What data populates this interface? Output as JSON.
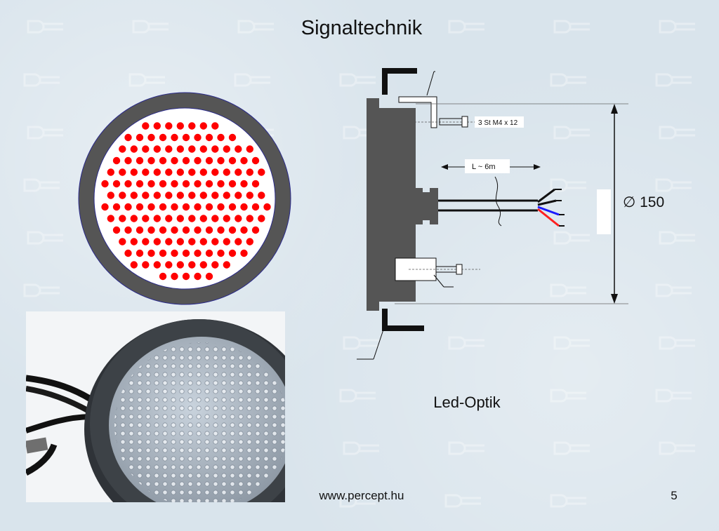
{
  "slide": {
    "title": "Signaltechnik",
    "caption": "Led-Optik",
    "footer_url": "www.percept.hu",
    "page_number": "5"
  },
  "drawing": {
    "screw_label": "3 St M4 x 12",
    "cable_length_label": "L ~ 6m",
    "diameter_label": "∅ 150"
  },
  "colors": {
    "led_red": "#ff0000",
    "housing_dark": "#555555",
    "wire_blue": "#1a1aff",
    "wire_red": "#ff2020"
  }
}
